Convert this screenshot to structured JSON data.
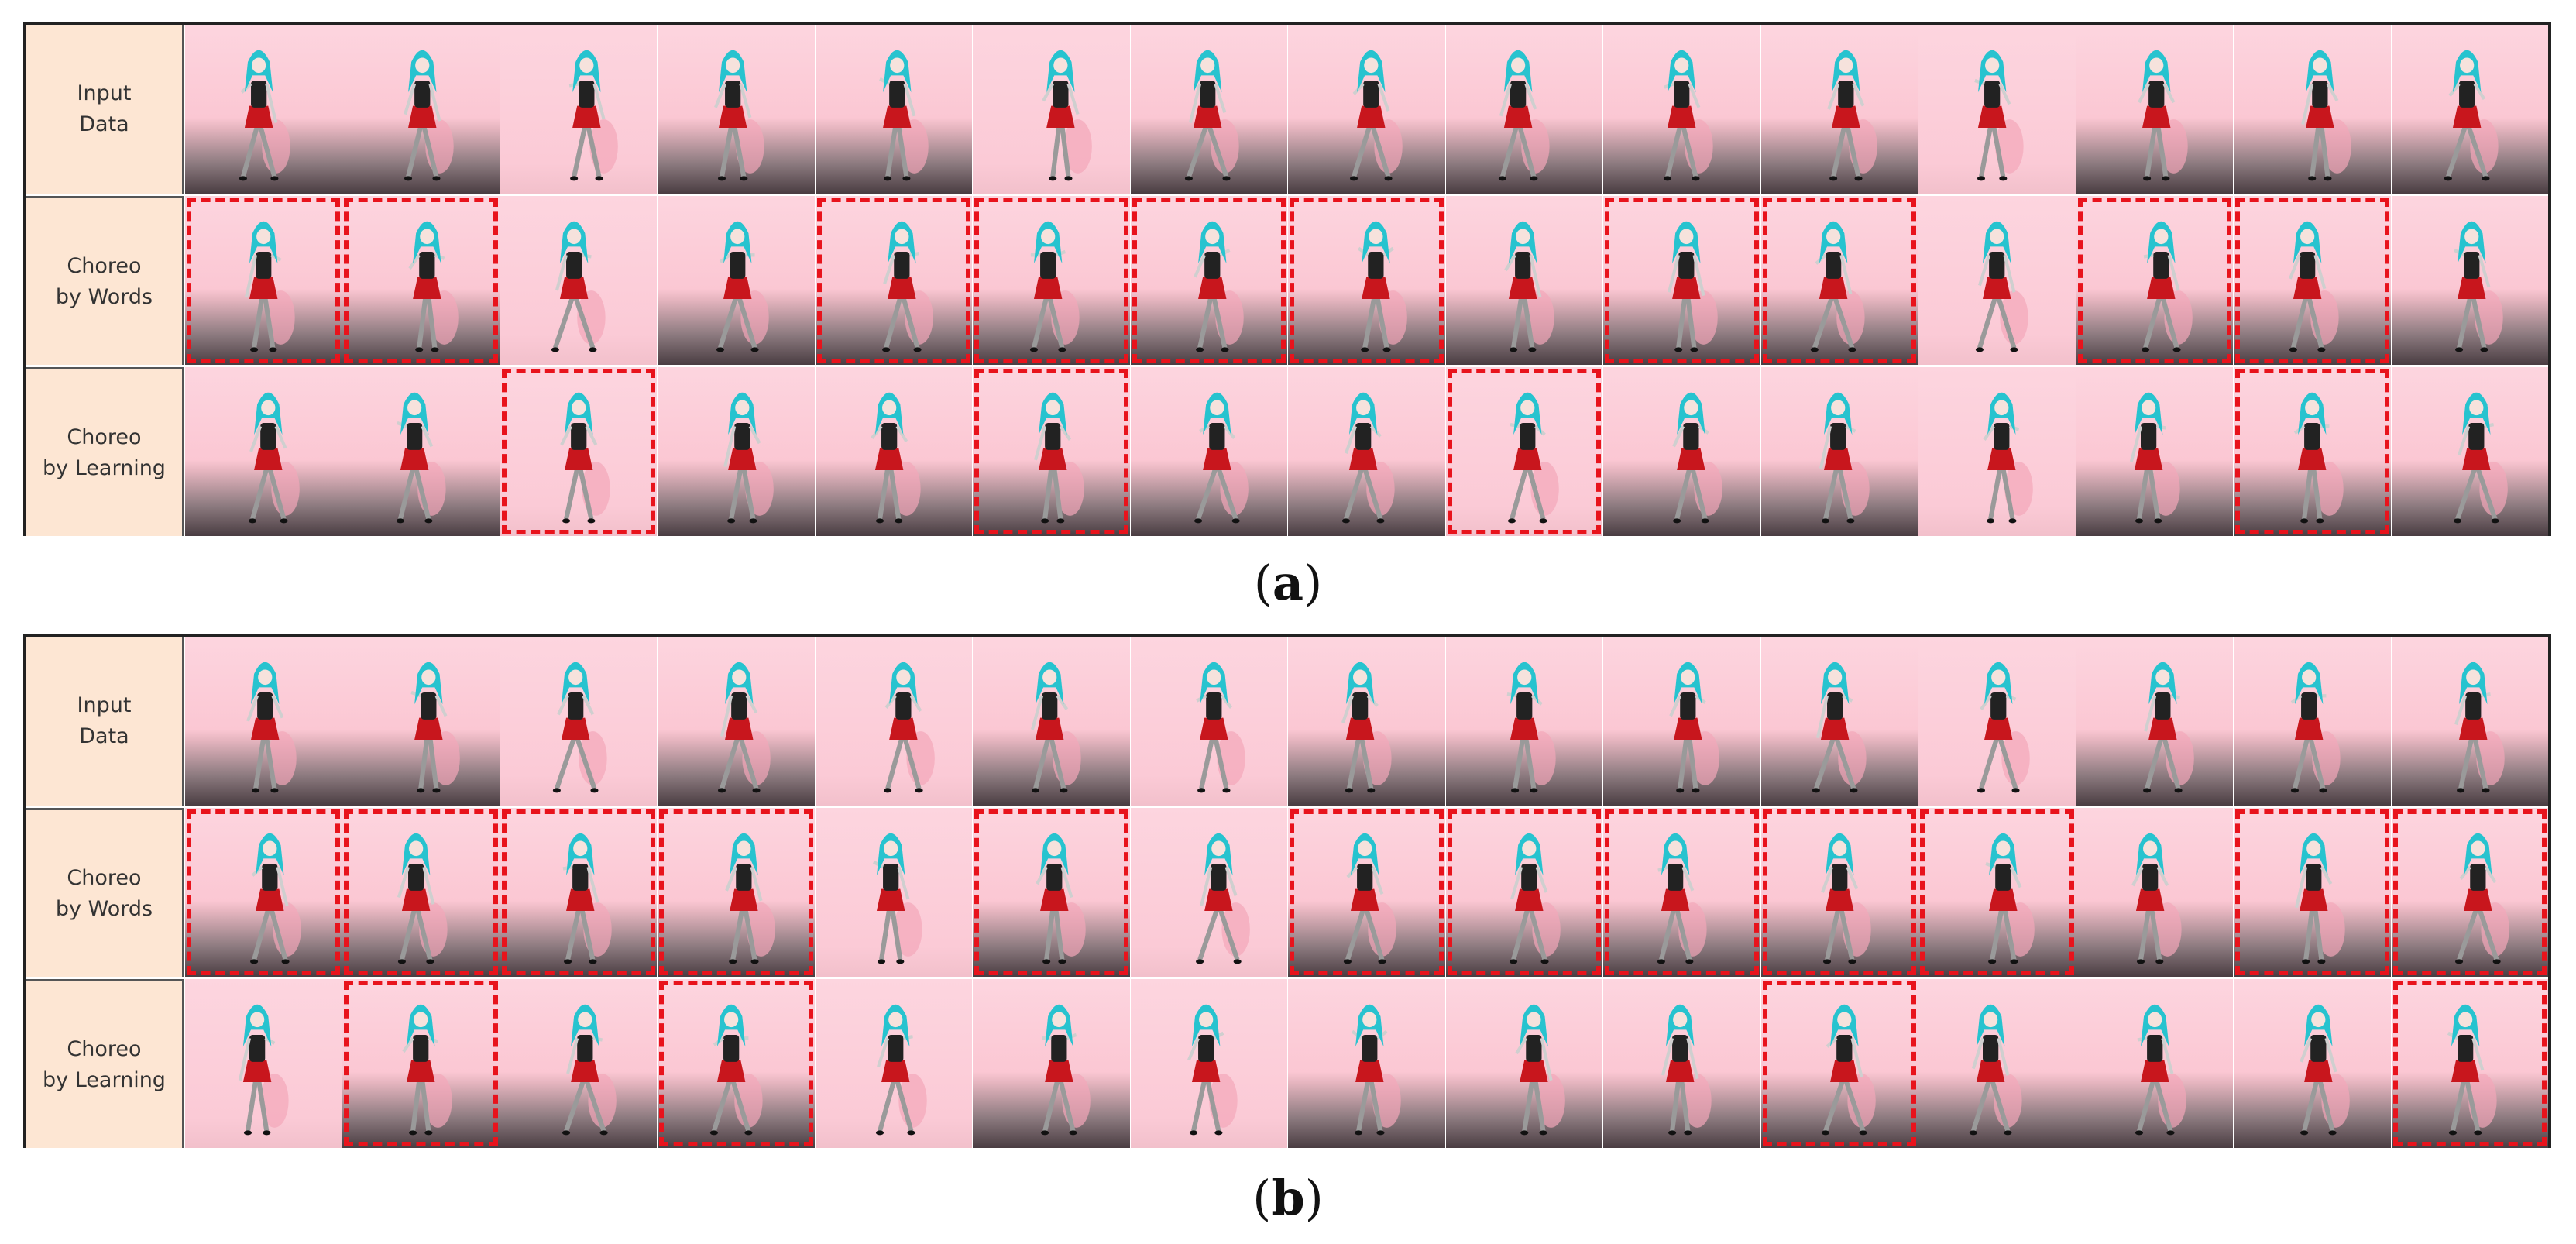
{
  "row_labels": {
    "input": "Input\nData",
    "words": "Choreo\nby Words",
    "learning": "Choreo\nby Learning"
  },
  "captions": {
    "a_open": "(",
    "a_letter": "a",
    "a_close": ")",
    "b_open": "(",
    "b_letter": "b",
    "b_close": ")"
  },
  "frames_per_row": 15,
  "colors": {
    "highlight": "#e8131c",
    "label_background": "#fde6d3",
    "stage_pink": "#fbc7d3",
    "hair": "#27c3cf",
    "skirt": "#c8161d",
    "top": "#222222"
  },
  "panels": [
    {
      "id": "a",
      "rows": [
        {
          "label_key": "input",
          "highlighted": [],
          "light_floor": [
            2,
            5,
            11
          ]
        },
        {
          "label_key": "words",
          "highlighted": [
            0,
            1,
            4,
            5,
            6,
            7,
            9,
            10,
            12,
            13
          ],
          "light_floor": [
            2,
            11
          ]
        },
        {
          "label_key": "learning",
          "highlighted": [
            2,
            5,
            8,
            13
          ],
          "light_floor": [
            2,
            8,
            11
          ]
        }
      ]
    },
    {
      "id": "b",
      "rows": [
        {
          "label_key": "input",
          "highlighted": [],
          "light_floor": [
            2,
            4,
            6,
            11
          ]
        },
        {
          "label_key": "words",
          "highlighted": [
            0,
            1,
            2,
            3,
            5,
            7,
            8,
            9,
            10,
            11,
            13,
            14
          ],
          "light_floor": [
            4,
            6
          ]
        },
        {
          "label_key": "learning",
          "highlighted": [
            1,
            3,
            10,
            14
          ],
          "light_floor": [
            0,
            4,
            6
          ]
        }
      ]
    }
  ]
}
